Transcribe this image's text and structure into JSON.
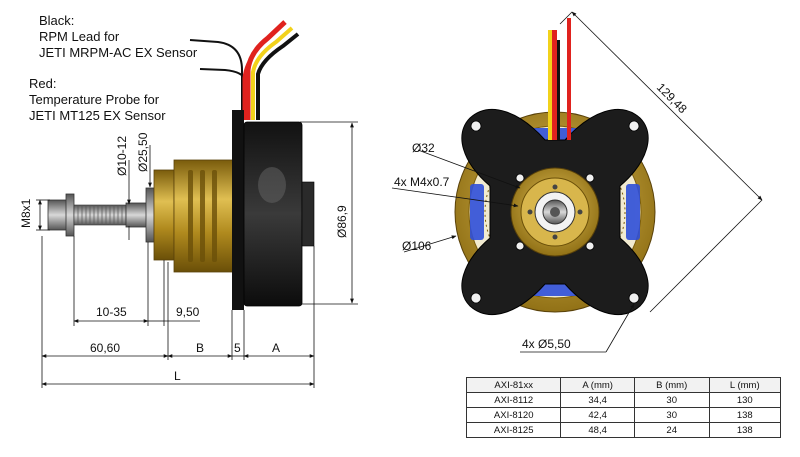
{
  "notes": {
    "black_title": "Black:",
    "black_line1": "RPM Lead for",
    "black_line2": "JETI MRPM-AC EX Sensor",
    "red_title": "Red:",
    "red_line1": "Temperature Probe for",
    "red_line2": "JETI MT125 EX Sensor"
  },
  "side_view": {
    "thread": "M8x1",
    "shaft_dia": "Ø10-12",
    "collar_dia": "Ø25,50",
    "motor_dia": "Ø86,9",
    "adjust_range": "10-35",
    "flange": "9,50",
    "front_len": "60,60",
    "label_b": "B",
    "label_5": "5",
    "label_a": "A",
    "label_l": "L"
  },
  "front_view": {
    "diagonal": "129,48",
    "bore_dia": "Ø32",
    "threads": "4x M4x0.7",
    "bolt_circle": "Ø106",
    "mount_holes": "4x Ø5,50"
  },
  "colors": {
    "gold": "#c9a227",
    "dark": "#1c1c1c",
    "wire_red": "#e0221e",
    "wire_yellow": "#f2d21b",
    "winding_blue": "#2f4fd8"
  },
  "table": {
    "headers": [
      "AXI-81xx",
      "A (mm)",
      "B (mm)",
      "L (mm)"
    ],
    "rows": [
      [
        "AXI-8112",
        "34,4",
        "30",
        "130"
      ],
      [
        "AXI-8120",
        "42,4",
        "30",
        "138"
      ],
      [
        "AXI-8125",
        "48,4",
        "24",
        "138"
      ]
    ]
  }
}
